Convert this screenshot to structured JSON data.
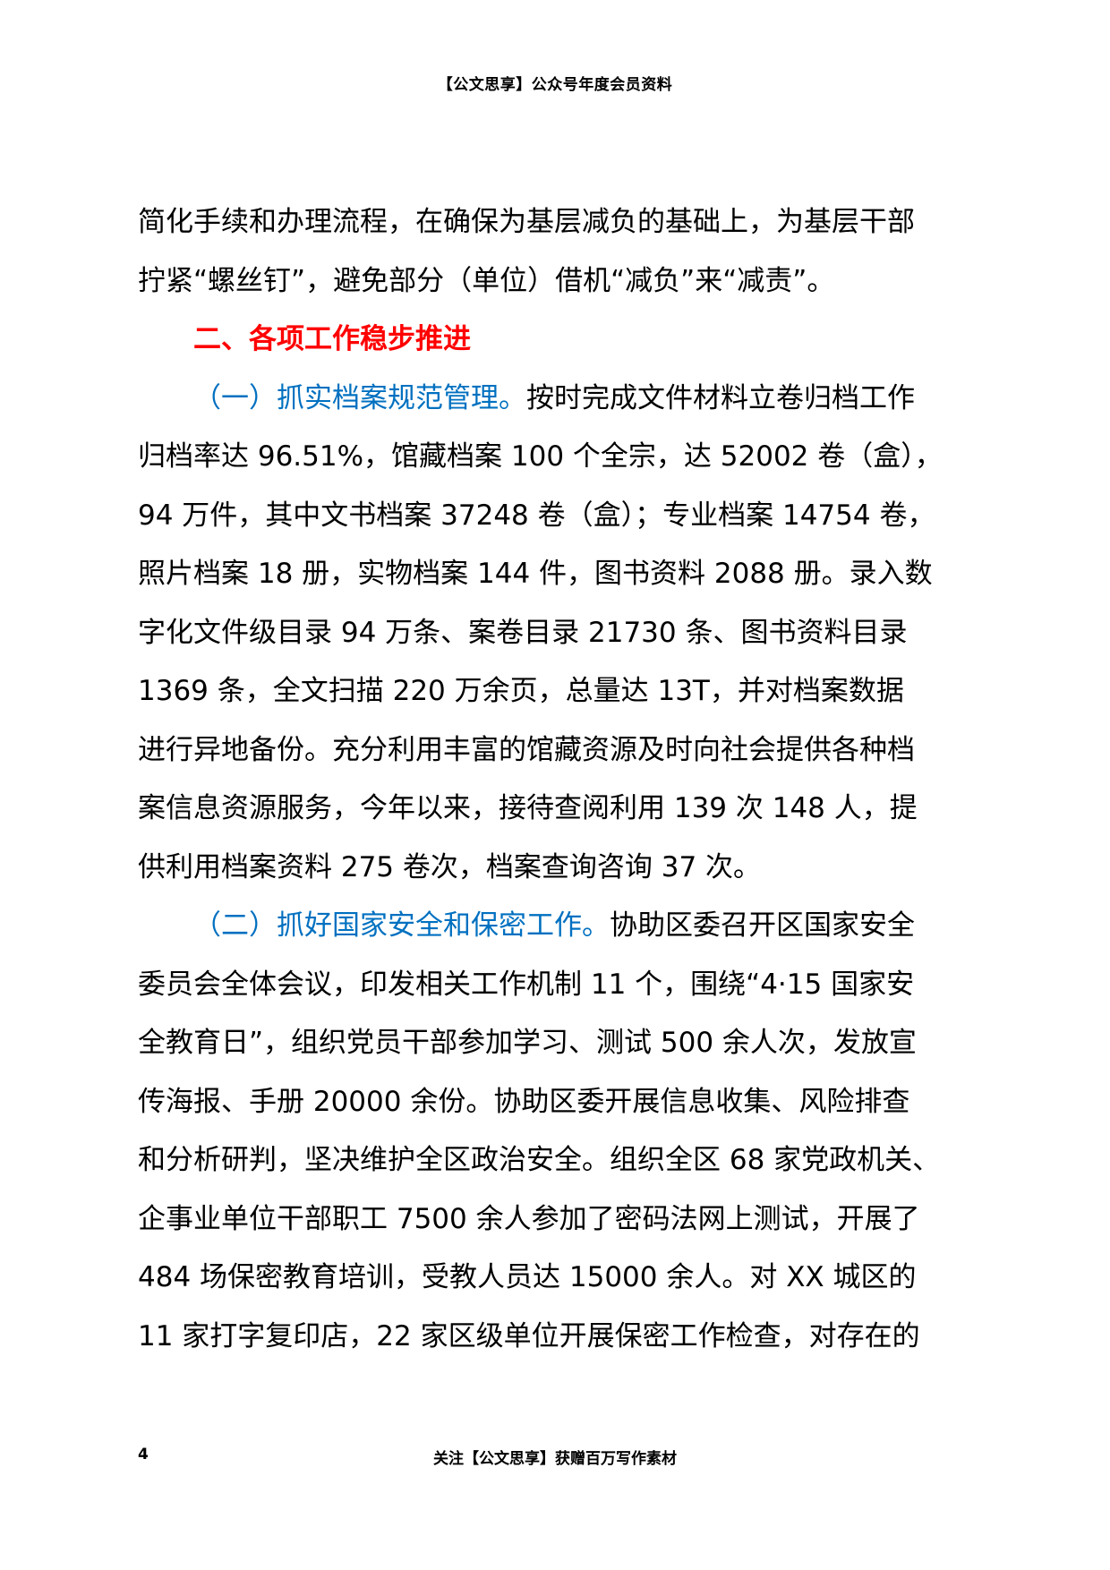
{
  "header": {
    "title": "【公文思享】公众号年度会员资料"
  },
  "body": {
    "lines": [
      {
        "text": "简化手续和办理流程，在确保为基层减负的基础上，为基层干部"
      },
      {
        "text": "拧紧“螺丝钉”，避免部分（单位）借机“减负”来“减责”。"
      },
      {
        "heading": "二、各项工作稳步推进"
      },
      {
        "sub": "（一）抓实档案规范管理。",
        "text": "按时完成文件材料立卷归档工作"
      },
      {
        "text": "归档率达 96.51%，馆藏档案 100 个全宗，达 52002 卷（盒），"
      },
      {
        "text": "94 万件，其中文书档案 37248 卷（盒）；专业档案 14754 卷，"
      },
      {
        "text": "照片档案 18 册，实物档案 144 件，图书资料 2088 册。录入数"
      },
      {
        "text": "字化文件级目录 94 万条、案卷目录 21730 条、图书资料目录"
      },
      {
        "text": "1369 条，全文扫描 220 万余页，总量达 13T，并对档案数据"
      },
      {
        "text": "进行异地备份。充分利用丰富的馆藏资源及时向社会提供各种档"
      },
      {
        "text": "案信息资源服务，今年以来，接待查阅利用 139 次 148 人，提"
      },
      {
        "text": "供利用档案资料 275 卷次，档案查询咨询 37 次。"
      },
      {
        "sub": "（二）抓好国家安全和保密工作。",
        "text": "协助区委召开区国家安全"
      },
      {
        "text": "委员会全体会议，印发相关工作机制 11 个，围绕“4·15 国家安"
      },
      {
        "text": "全教育日”，组织党员干部参加学习、测试 500 余人次，发放宣"
      },
      {
        "text": "传海报、手册 20000 余份。协助区委开展信息收集、风险排查"
      },
      {
        "text": "和分析研判，坚决维护全区政治安全。组织全区 68 家党政机关、"
      },
      {
        "text": "企事业单位干部职工 7500 余人参加了密码法网上测试，开展了"
      },
      {
        "text": "484 场保密教育培训，受教人员达 15000 余人。对 XX 城区的"
      },
      {
        "text": "11 家打字复印店，22 家区级单位开展保密工作检查，对存在的"
      }
    ]
  },
  "footer": {
    "page_number": "4",
    "text": "关注【公文思享】获赠百万写作素材"
  },
  "colors": {
    "heading": "#ff0000",
    "subheading": "#0070c0",
    "text": "#000000"
  }
}
